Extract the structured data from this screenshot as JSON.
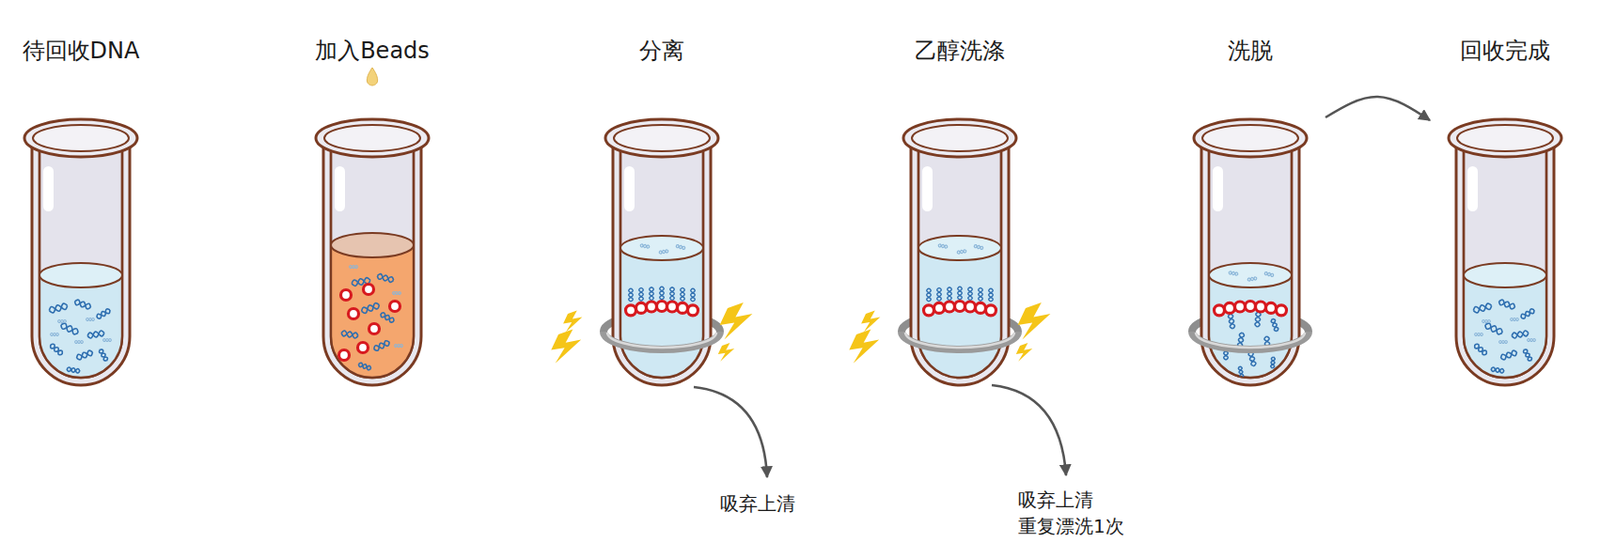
{
  "diagram": {
    "nodes": [
      {
        "text": [
          "待回收DNA"
        ]
      },
      {
        "text": [
          "加入Beads"
        ]
      },
      {
        "text": [
          "分离"
        ]
      },
      {
        "text": [
          "乙醇洗涤"
        ]
      },
      {
        "text": [
          "洗脱"
        ]
      },
      {
        "text": [
          "回收完成"
        ]
      }
    ],
    "edges": [
      {
        "from": 4,
        "to": 5,
        "arrow": "to"
      }
    ],
    "labels": [
      "吸弃上清",
      "吸弃上清 重复漂洗1次"
    ]
  }
}
